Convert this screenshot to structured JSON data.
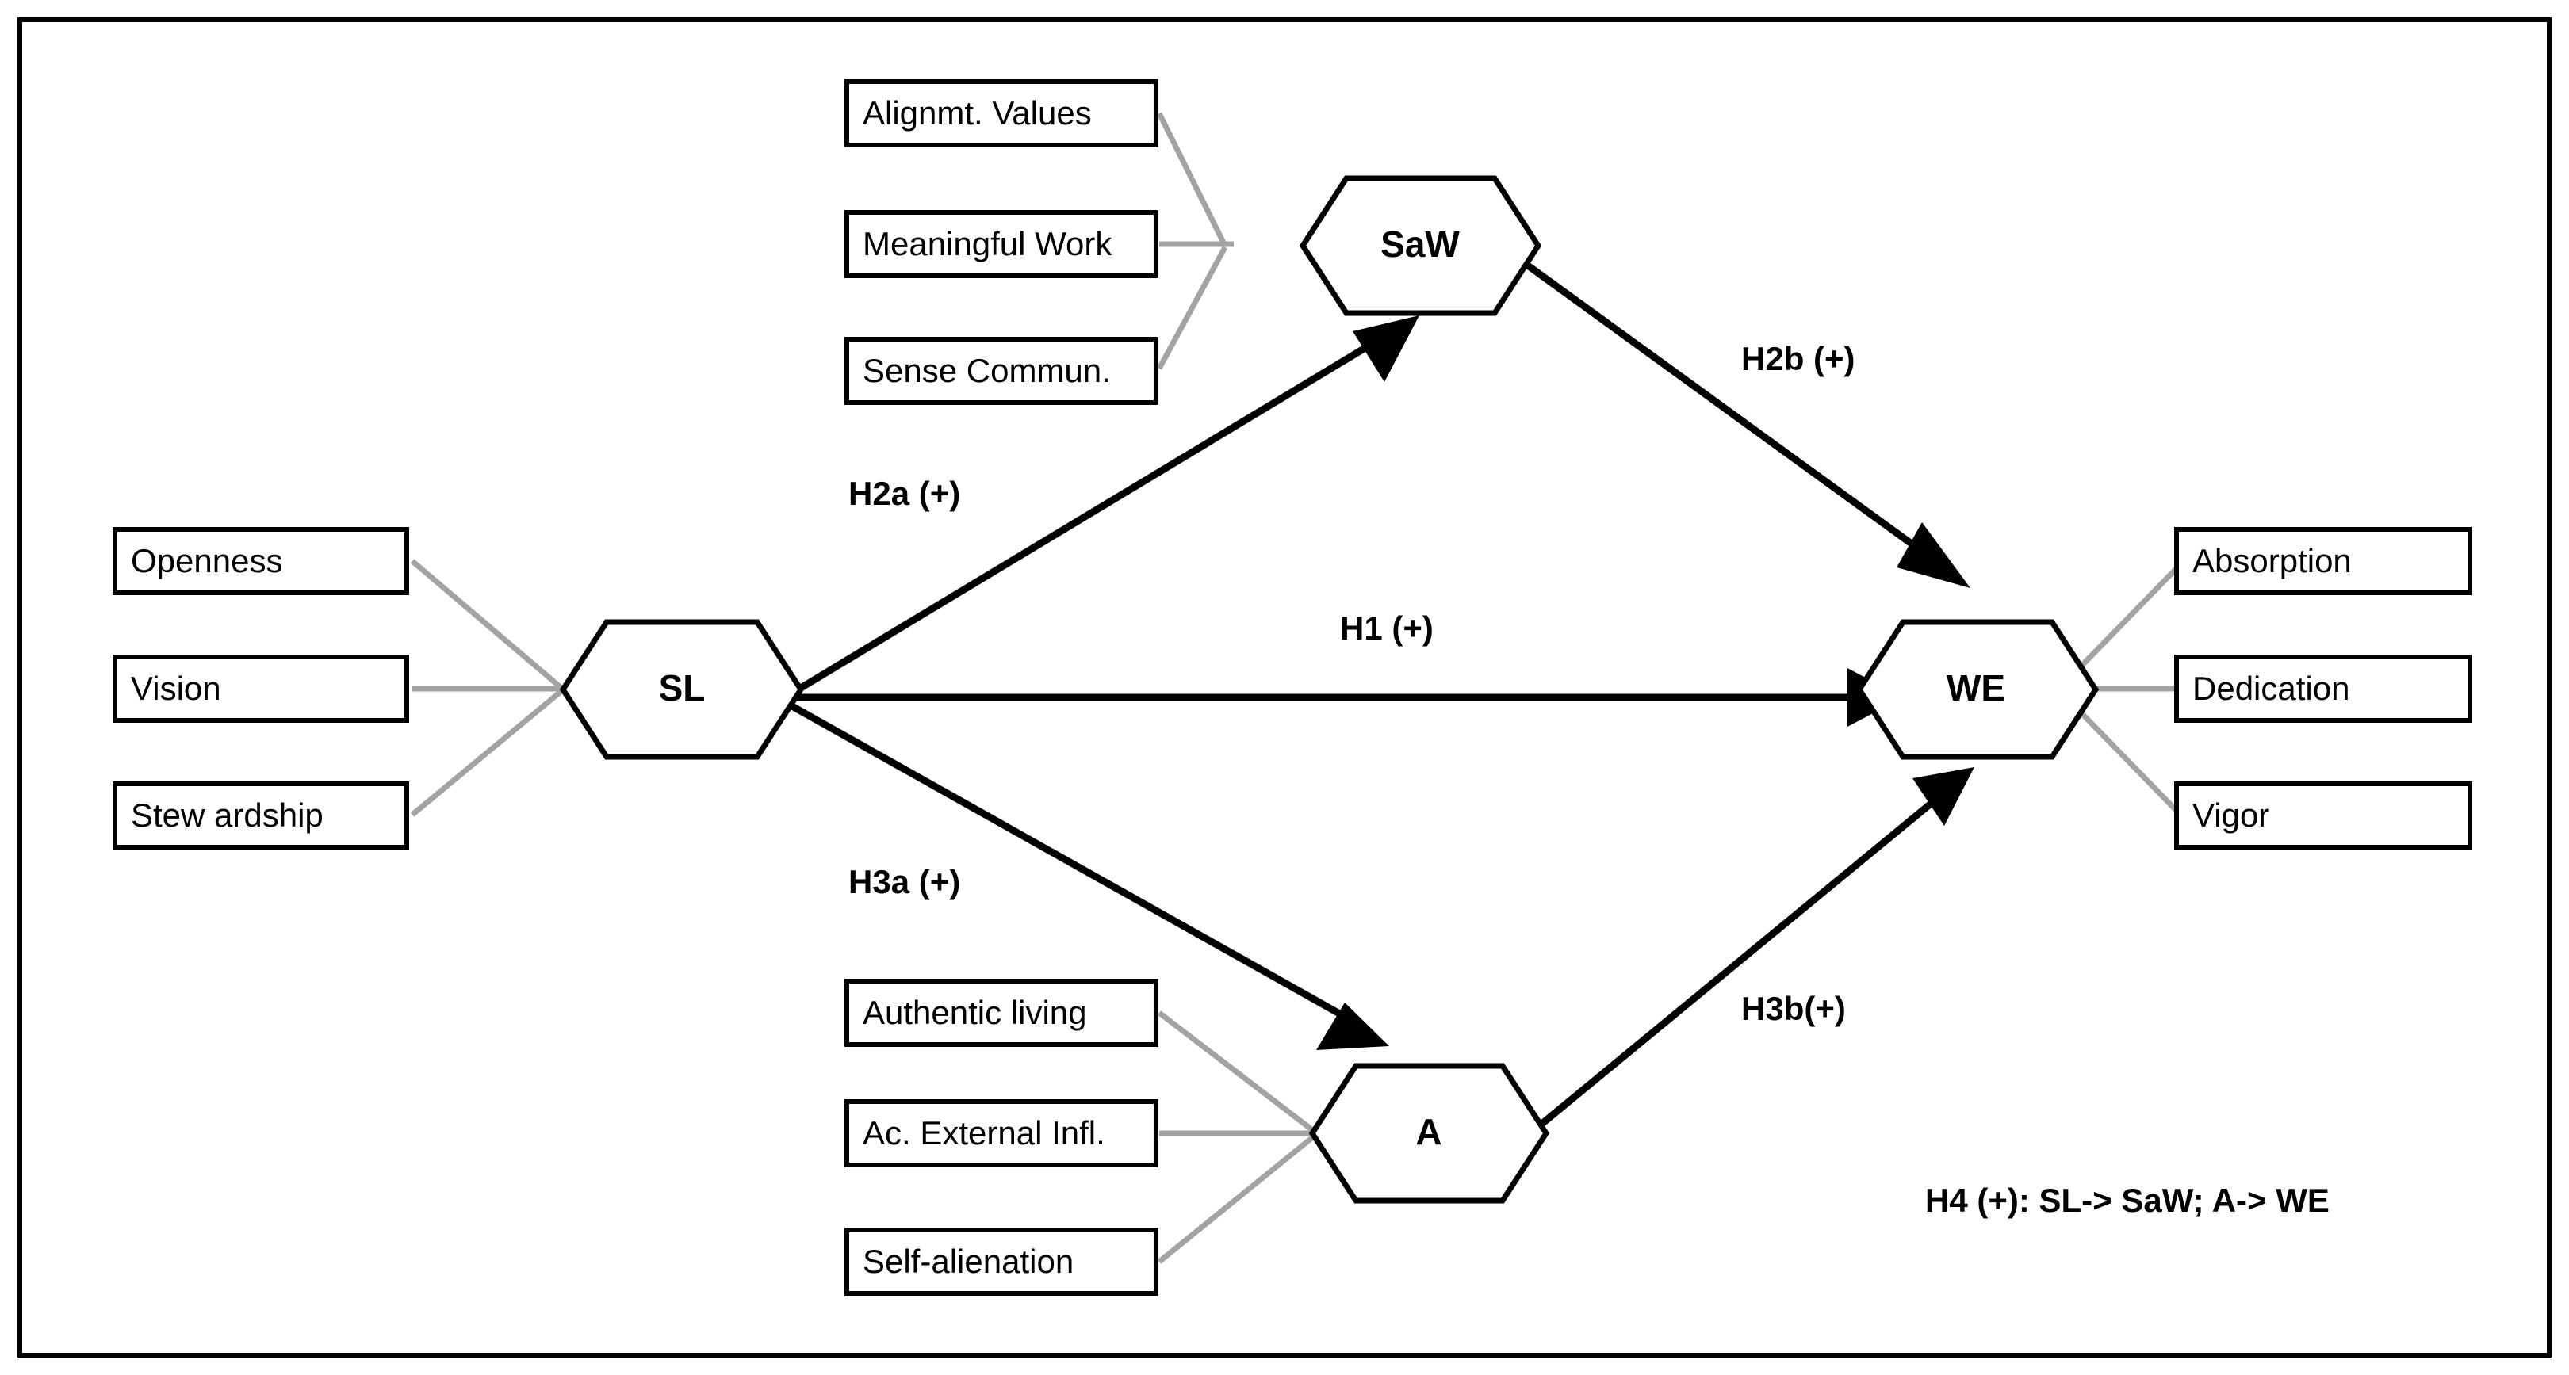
{
  "figure": {
    "type": "conceptual-path-model",
    "border_color": "#000000",
    "indicator_line_color": "#a3a3a3",
    "path_line_color": "#000000",
    "background_color": "#ffffff"
  },
  "constructs": {
    "sl": {
      "label": "SL",
      "shape": "hexagon"
    },
    "saw": {
      "label": "SaW",
      "shape": "hexagon"
    },
    "a": {
      "label": "A",
      "shape": "hexagon"
    },
    "we": {
      "label": "WE",
      "shape": "hexagon"
    }
  },
  "indicators": {
    "sl": [
      {
        "label": "Openness"
      },
      {
        "label": "Vision"
      },
      {
        "label": "Stew ardship"
      }
    ],
    "saw": [
      {
        "label": "Alignmt. Values"
      },
      {
        "label": "Meaningful Work"
      },
      {
        "label": "Sense Commun."
      }
    ],
    "a": [
      {
        "label": "Authentic living"
      },
      {
        "label": "Ac. External Infl."
      },
      {
        "label": "Self-alienation"
      }
    ],
    "we": [
      {
        "label": "Absorption"
      },
      {
        "label": "Dedication"
      },
      {
        "label": "Vigor"
      }
    ]
  },
  "hypotheses": [
    {
      "id": "h2a",
      "label": "H2a (+)",
      "from": "SL",
      "to": "SaW"
    },
    {
      "id": "h2b",
      "label": "H2b (+)",
      "from": "SaW",
      "to": "WE"
    },
    {
      "id": "h1",
      "label": "H1 (+)",
      "from": "SL",
      "to": "WE"
    },
    {
      "id": "h3a",
      "label": "H3a (+)",
      "from": "SL",
      "to": "A"
    },
    {
      "id": "h3b",
      "label": "H3b(+)",
      "from": "A",
      "to": "WE"
    }
  ],
  "notes": {
    "h4": "H4 (+): SL-> SaW; A-> WE"
  }
}
